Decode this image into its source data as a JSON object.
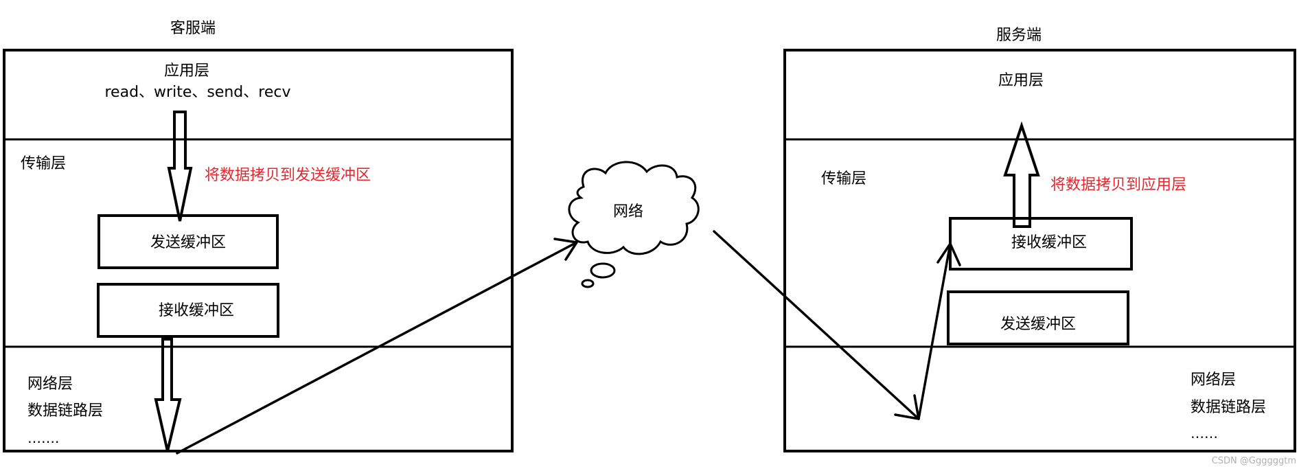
{
  "client": {
    "title": "客服端",
    "app_layer": {
      "label": "应用层",
      "apis": "read、write、send、recv"
    },
    "transport_layer": {
      "label": "传输层",
      "copy_note": "将数据拷贝到发送缓冲区",
      "send_buffer": "发送缓冲区",
      "recv_buffer": "接收缓冲区"
    },
    "lower_layers": {
      "network": "网络层",
      "datalink": "数据链路层",
      "more": "……."
    }
  },
  "network_cloud": {
    "label": "网络"
  },
  "server": {
    "title": "服务端",
    "app_layer": {
      "label": "应用层"
    },
    "transport_layer": {
      "label": "传输层",
      "copy_note": "将数据拷贝到应用层",
      "recv_buffer": "接收缓冲区",
      "send_buffer": "发送缓冲区"
    },
    "lower_layers": {
      "network": "网络层",
      "datalink": "数据链路层",
      "more": "……"
    }
  },
  "watermark": "CSDN @Ggggggtm",
  "colors": {
    "line": "#000000",
    "note": "#e8262b",
    "watermark": "#b0b0b0"
  }
}
